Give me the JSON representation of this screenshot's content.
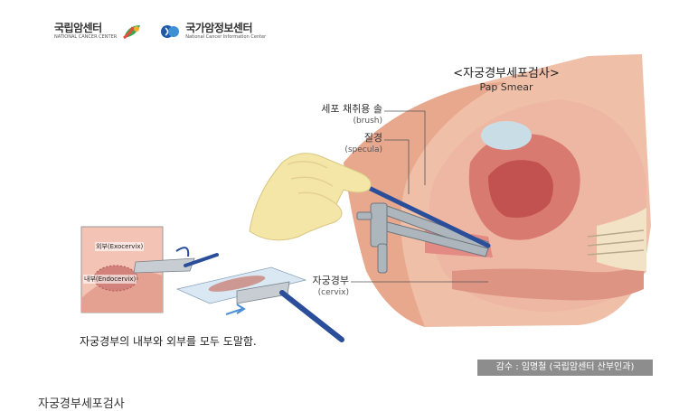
{
  "logos": {
    "ncc_name": "국립암센터",
    "ncc_sub": "NATIONAL CANCER CENTER",
    "ncic_name": "국가암정보센터",
    "ncic_sub": "National Cancer Information Center"
  },
  "title": {
    "ko": "<자궁경부세포검사>",
    "en": "Pap Smear"
  },
  "labels": {
    "brush_ko": "세포 채취용 솔",
    "brush_en": "(brush)",
    "specula_ko": "질경",
    "specula_en": "(specula)",
    "cervix_ko": "자궁경부",
    "cervix_en": "(cervix)"
  },
  "inset": {
    "exo": "외부(Exocervix)",
    "endo": "내부(Endocervix)"
  },
  "caption": "자궁경부의 내부와 외부를 모두 도말함.",
  "credit": "감수 : 임명철 (국립암센터 산부인과)",
  "footer_title": "자궁경부세포검사",
  "colors": {
    "accent_credit_bg": "#8d8d8d",
    "tissue": "#e7a38c",
    "glove": "#f4e6a6"
  }
}
